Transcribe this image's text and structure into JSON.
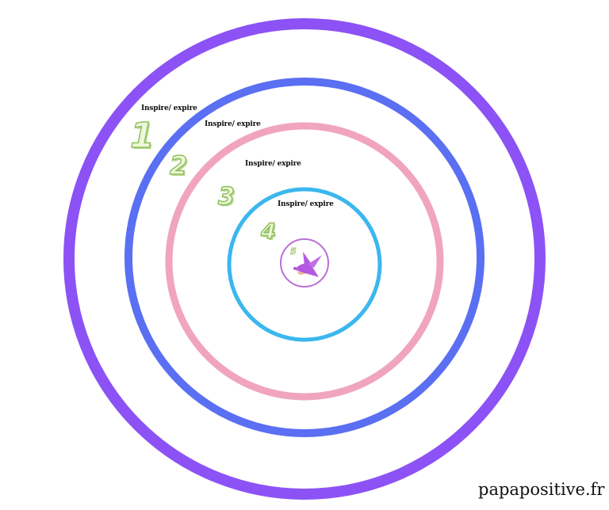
{
  "labels": [
    "Inspire/ expire",
    "Inspire/ expire",
    "Inspire/ expire",
    "Inspire/ expire"
  ],
  "numbers": [
    "1",
    "2",
    "3",
    "4",
    "5"
  ],
  "watermark": "papapositive.fr",
  "colors": {
    "ring1": "#8c52f5",
    "ring2": "#5a6ff2",
    "ring3": "#f0a5bd",
    "ring4": "#3bb7ee",
    "center": "#b96fd6",
    "bird": "#b45ae0",
    "bird_belly": "#f0b060",
    "numbers": "#8fbf5a"
  },
  "center_icon": "bird-icon"
}
